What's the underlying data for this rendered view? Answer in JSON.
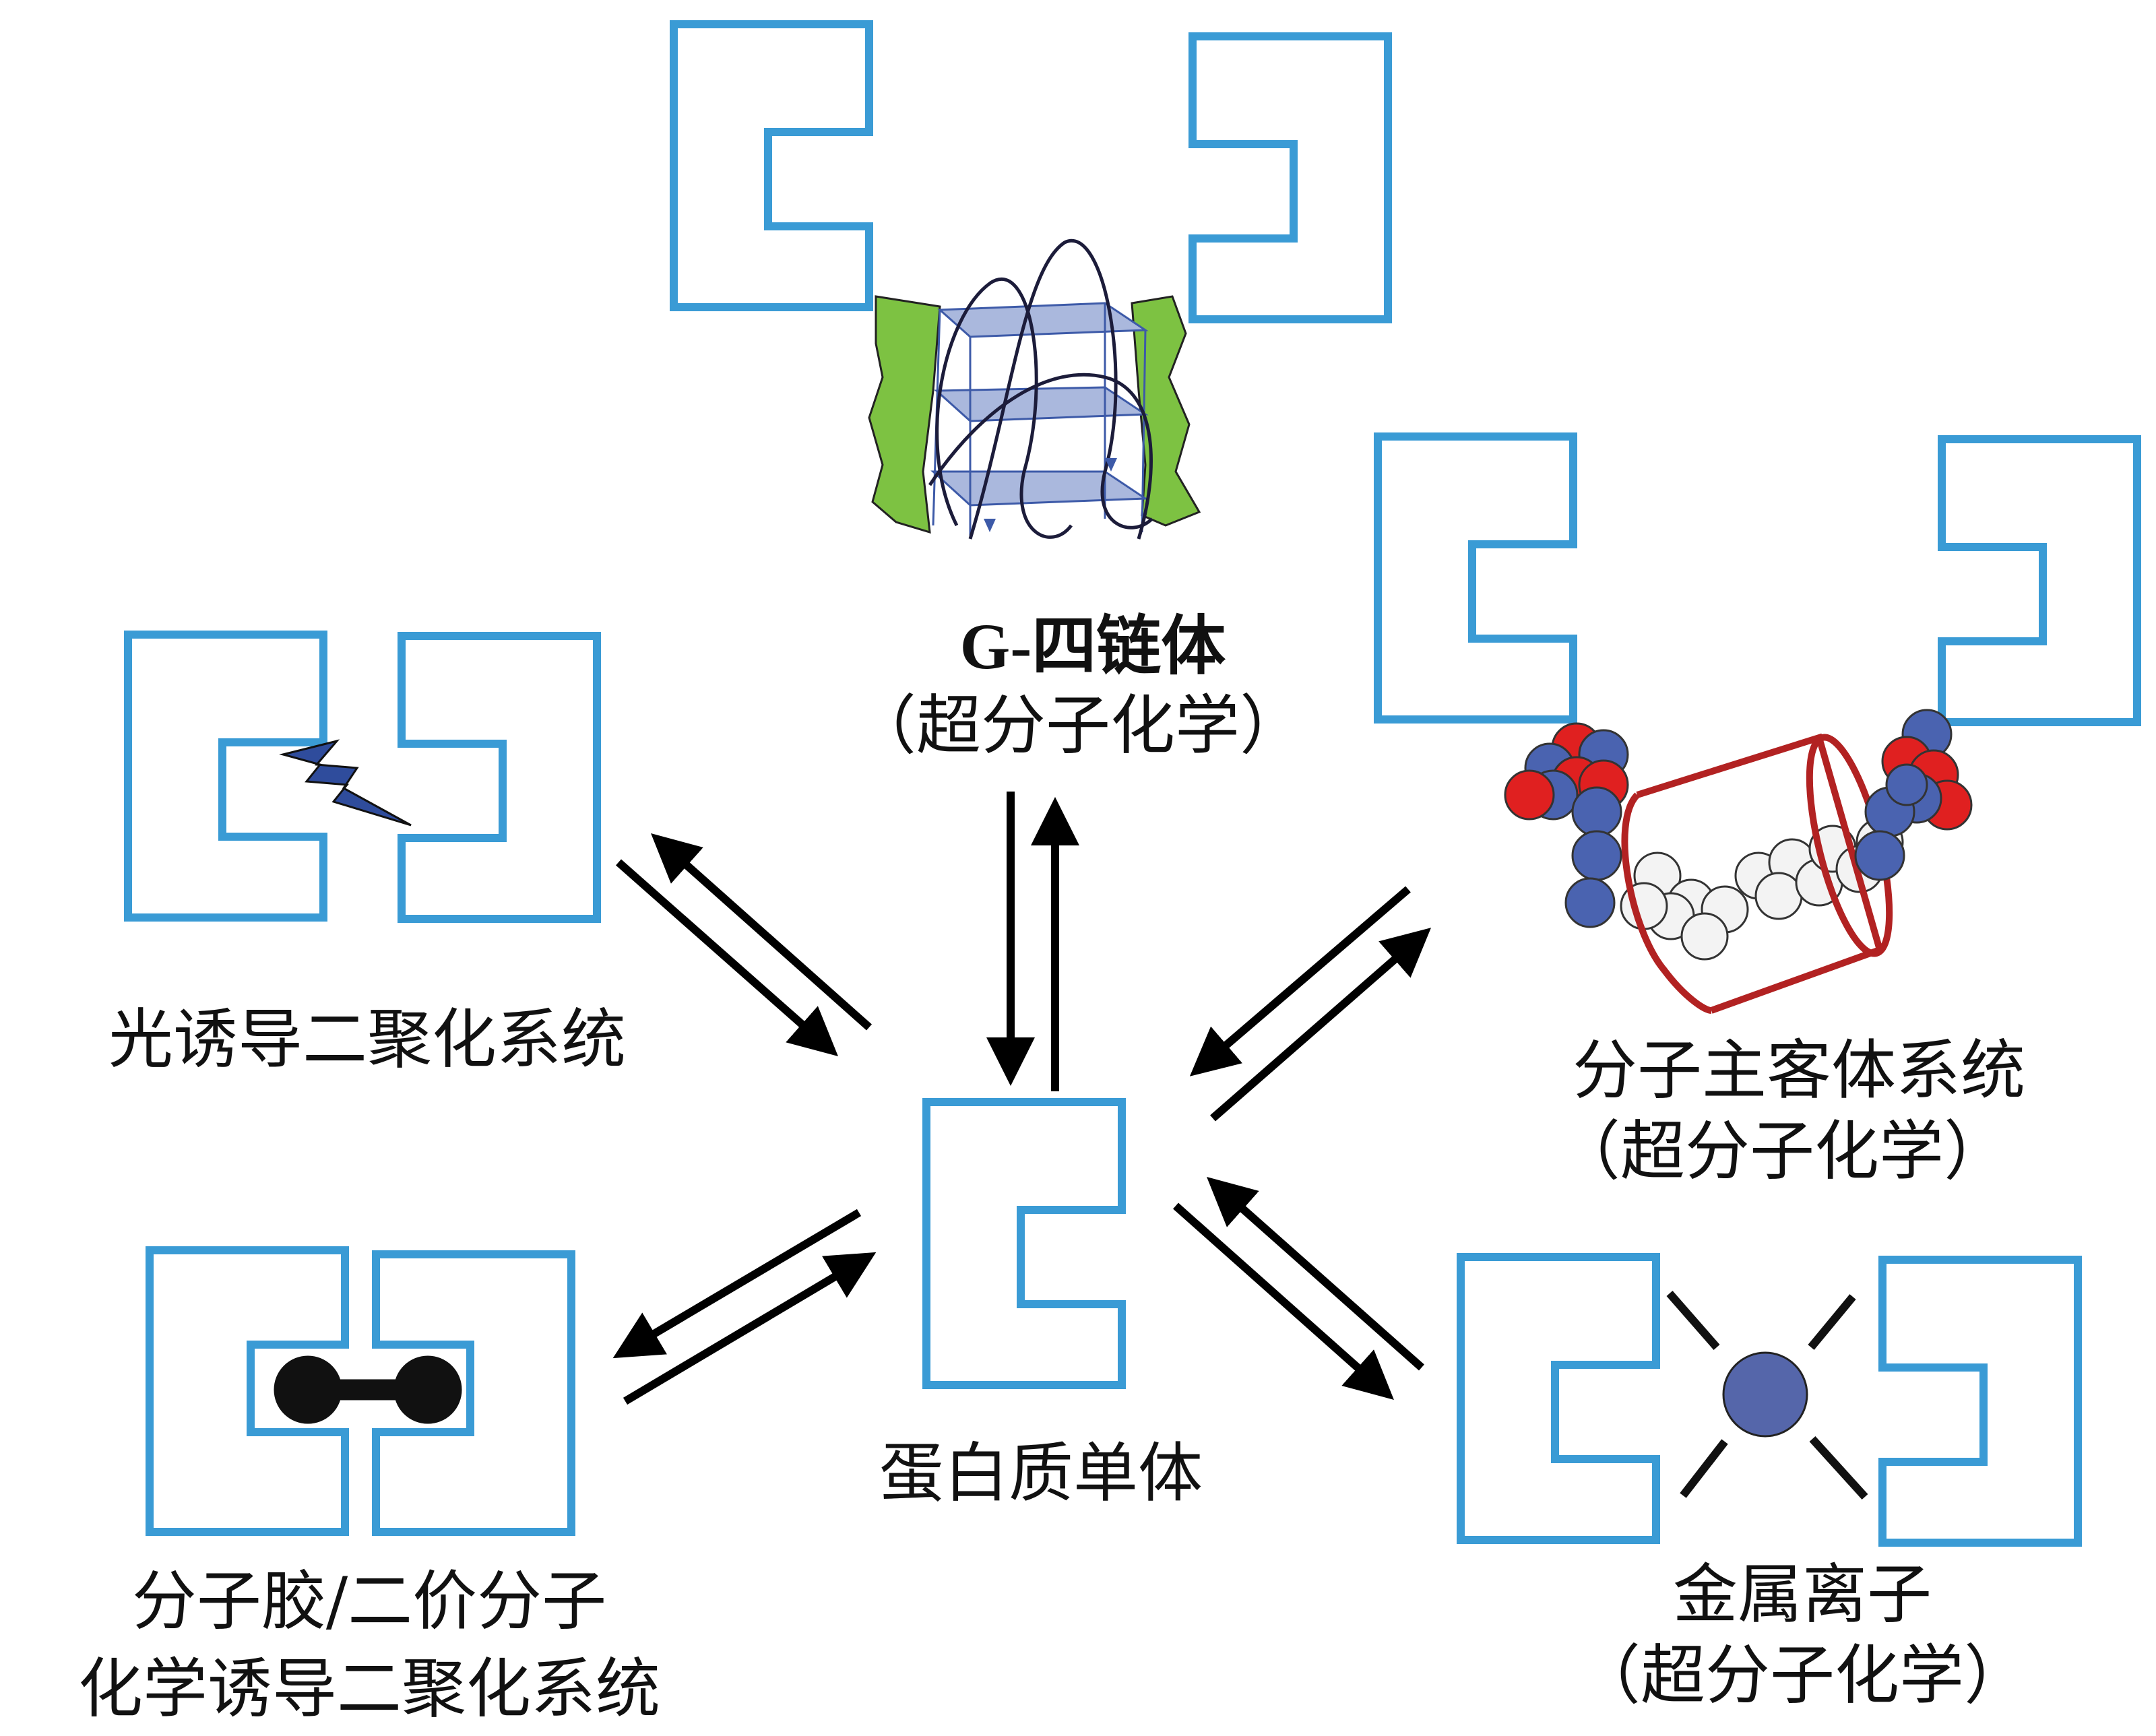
{
  "labels": {
    "g_quad_title": "G-四链体",
    "g_quad_sub": "（超分子化学）",
    "photo": "光诱导二聚化系统",
    "host_guest_title": "分子主客体系统",
    "host_guest_sub": "（超分子化学）",
    "glue_line1": "分子胶/二价分子",
    "glue_line2": "化学诱导二聚化系统",
    "monomer": "蛋白质单体",
    "metal_title": "金属离子",
    "metal_sub": "（超分子化学）"
  },
  "colors": {
    "protein_outline": "#3a9bd5",
    "arrow": "#000000",
    "g_quad_green": "#7dc242",
    "g_quad_blue": "#3d5aa8",
    "cyclodextrin": "#b22222",
    "atom_red": "#e02020",
    "atom_blue": "#4a63b0",
    "atom_white": "#f3f3f3",
    "metal_ion": "#5566aa",
    "lightning": "#2f4c9c"
  }
}
